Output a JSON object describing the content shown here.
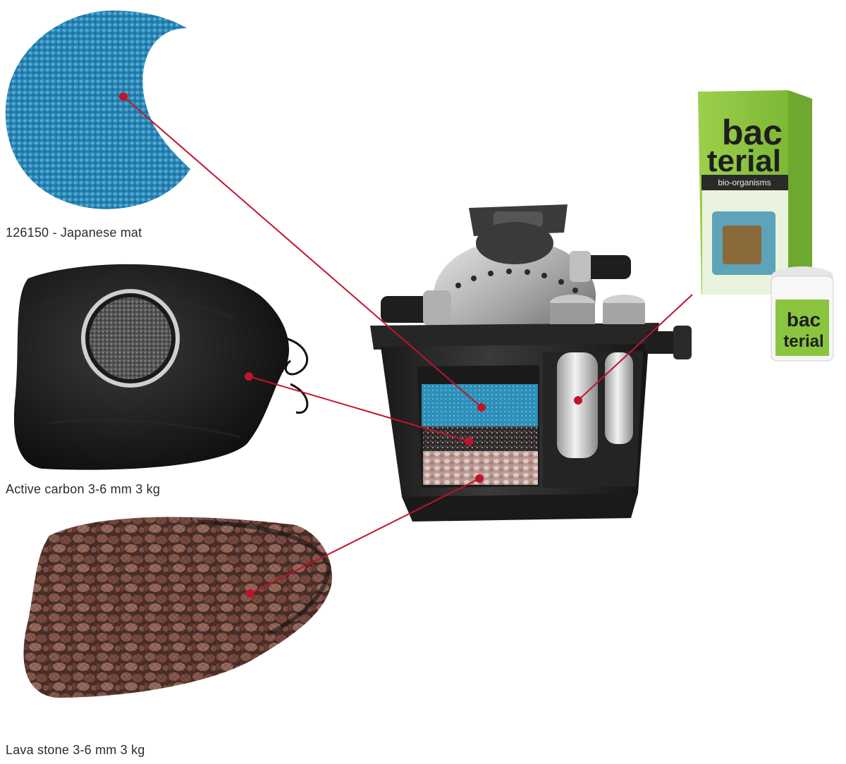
{
  "labels": {
    "japanese_mat": "126150 - Japanese mat",
    "active_carbon": "Active carbon 3-6 mm 3 kg",
    "lava_stone": "Lava stone 3-6 mm 3 kg"
  },
  "product_box": {
    "brand_line1": "bac",
    "brand_line2": "terial",
    "tagline": "bio-organisms"
  },
  "product_jar": {
    "brand_line1": "bac",
    "brand_line2": "terial"
  },
  "colors": {
    "connector": "#c0142a",
    "mat_blue": "#3a9cc8",
    "box_green": "#8bc53f",
    "filter_body": "#2a2a2a"
  }
}
